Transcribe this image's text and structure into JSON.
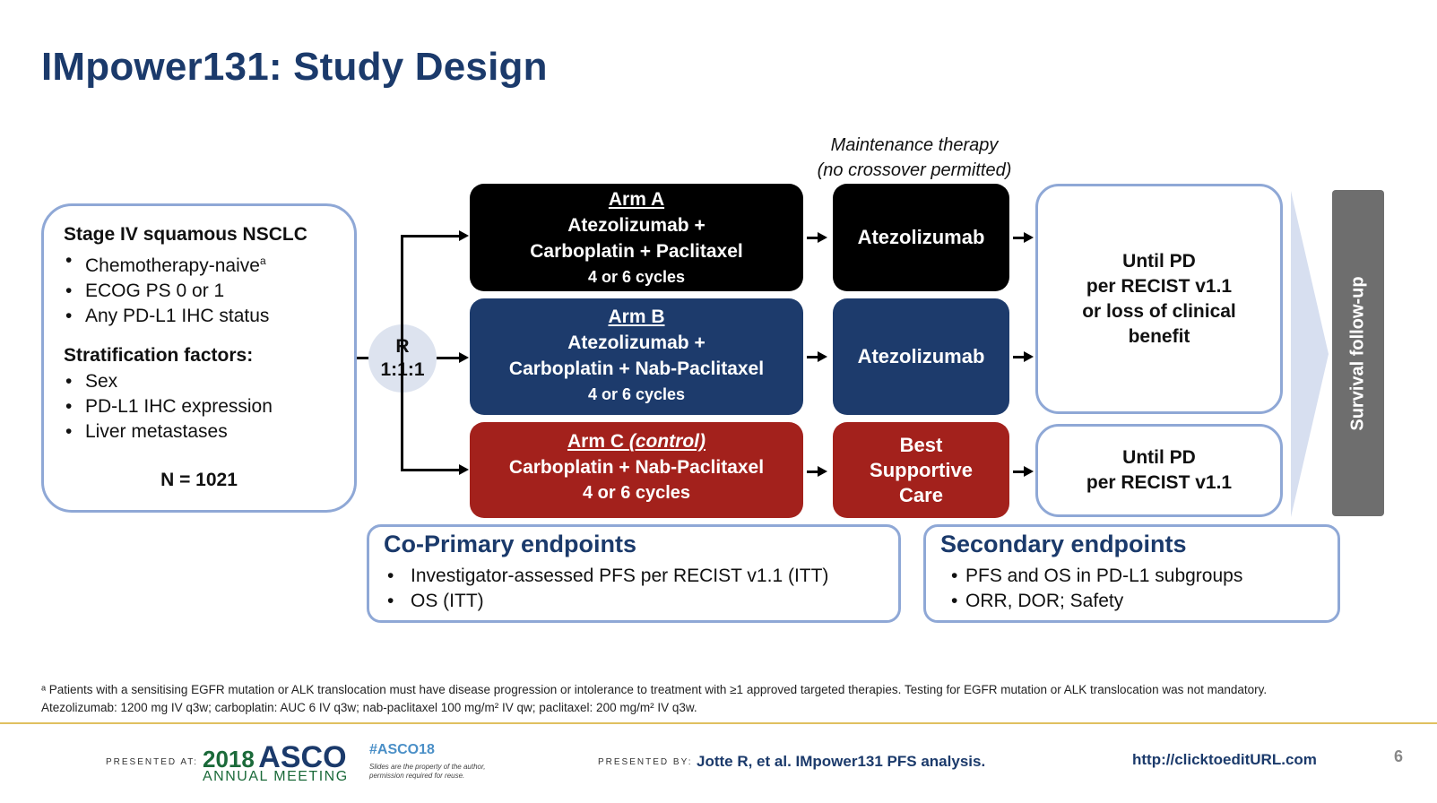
{
  "title": "IMpower131: Study Design",
  "population": {
    "heading": "Stage IV squamous NSCLC",
    "criteria": [
      "Chemotherapy-naive",
      "ECOG PS 0 or 1",
      "Any PD-L1 IHC status"
    ],
    "criteria_sup": "a",
    "strat_heading": "Stratification factors:",
    "strat_factors": [
      "Sex",
      "PD-L1 IHC expression",
      "Liver metastases"
    ],
    "n": "N = 1021"
  },
  "randomization": {
    "r": "R",
    "ratio": "1:1:1"
  },
  "maintenance_label": [
    "Maintenance therapy",
    "(no crossover permitted)"
  ],
  "arms": [
    {
      "name": "Arm A",
      "drugs": [
        "Atezolizumab +",
        "Carboplatin + Paclitaxel"
      ],
      "cycles": "4 or 6 cycles",
      "maintenance": [
        "Atezolizumab"
      ],
      "color": "#000000"
    },
    {
      "name": "Arm B",
      "drugs": [
        "Atezolizumab +",
        "Carboplatin + Nab-Paclitaxel"
      ],
      "cycles": "4 or 6 cycles",
      "maintenance": [
        "Atezolizumab"
      ],
      "color": "#1d3b6c"
    },
    {
      "name": "Arm C",
      "name_italic": "(control)",
      "drugs": [
        "Carboplatin + Nab-Paclitaxel"
      ],
      "cycles": "4 or 6 cycles",
      "maintenance": [
        "Best",
        "Supportive",
        "Care"
      ],
      "color": "#a3211c"
    }
  ],
  "until_ab": [
    "Until PD",
    "per RECIST v1.1",
    "or loss of clinical",
    "benefit"
  ],
  "until_c": [
    "Until PD",
    "per RECIST v1.1"
  ],
  "survival": "Survival follow-up",
  "coprimary": {
    "heading": "Co-Primary endpoints",
    "items": [
      "Investigator-assessed PFS per RECIST v1.1 (ITT)",
      "OS (ITT)"
    ]
  },
  "secondary": {
    "heading": "Secondary endpoints",
    "items": [
      "PFS and OS in PD-L1 subgroups",
      "ORR, DOR; Safety"
    ]
  },
  "footnote": {
    "line1": "ᵃ Patients with a sensitising EGFR mutation or ALK translocation must have disease progression or intolerance to treatment with ≥1 approved targeted therapies. Testing for EGFR mutation or ALK translocation was not mandatory.",
    "line2": "Atezolizumab: 1200 mg IV q3w; carboplatin: AUC 6 IV q3w; nab-paclitaxel 100 mg/m² IV qw; paclitaxel: 200 mg/m² IV q3w."
  },
  "footer": {
    "presented_at": "PRESENTED AT:",
    "asco_year": "2018",
    "asco_name": "ASCO",
    "asco_sub": "ANNUAL MEETING",
    "hashtag": "#ASCO18",
    "disclaimer": [
      "Slides are the property of the author,",
      "permission required for reuse."
    ],
    "presented_by": "PRESENTED BY:",
    "citation": "Jotte R, et al. IMpower131 PFS analysis.",
    "url": "http://clicktoeditURL.com",
    "page": "6"
  },
  "colors": {
    "title": "#1b3a6b",
    "border": "#8fa8d6",
    "armA": "#000000",
    "armB": "#1d3b6c",
    "armC": "#a3211c"
  }
}
